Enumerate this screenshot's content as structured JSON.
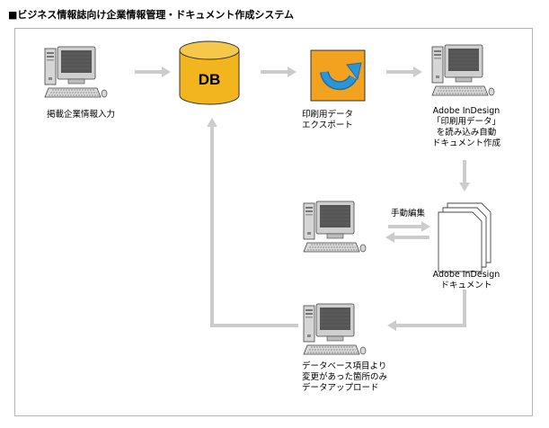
{
  "title": "■ビジネス情報誌向け企業情報管理・ドキュメント作成システム",
  "nodes": {
    "input_pc": {
      "label": "掲載企業情報入力",
      "icon": "computer-icon"
    },
    "db": {
      "label": "DB",
      "color": "#f2b51d",
      "icon": "database-icon"
    },
    "export": {
      "lines": [
        "印刷用データ",
        "エクスポート"
      ],
      "color": "#f2a21e",
      "arrow_color": "#2b95d8",
      "icon": "refresh-arrow-icon"
    },
    "indesign_pc": {
      "lines": [
        "Adobe InDesign",
        "「印刷用データ」",
        "を読み込み自動",
        "ドキュメント作成"
      ],
      "icon": "computer-icon"
    },
    "edit": {
      "label": "手動編集"
    },
    "documents": {
      "lines": [
        "Adobe InDesign",
        "ドキュメント"
      ],
      "icon": "documents-icon"
    },
    "upload_pc": {
      "lines": [
        "データベース項目より",
        "変更があった箇所のみ",
        "データアップロード"
      ],
      "icon": "computer-icon"
    }
  },
  "colors": {
    "arrow": "#cccccc",
    "frame": "#b5b5b5"
  }
}
